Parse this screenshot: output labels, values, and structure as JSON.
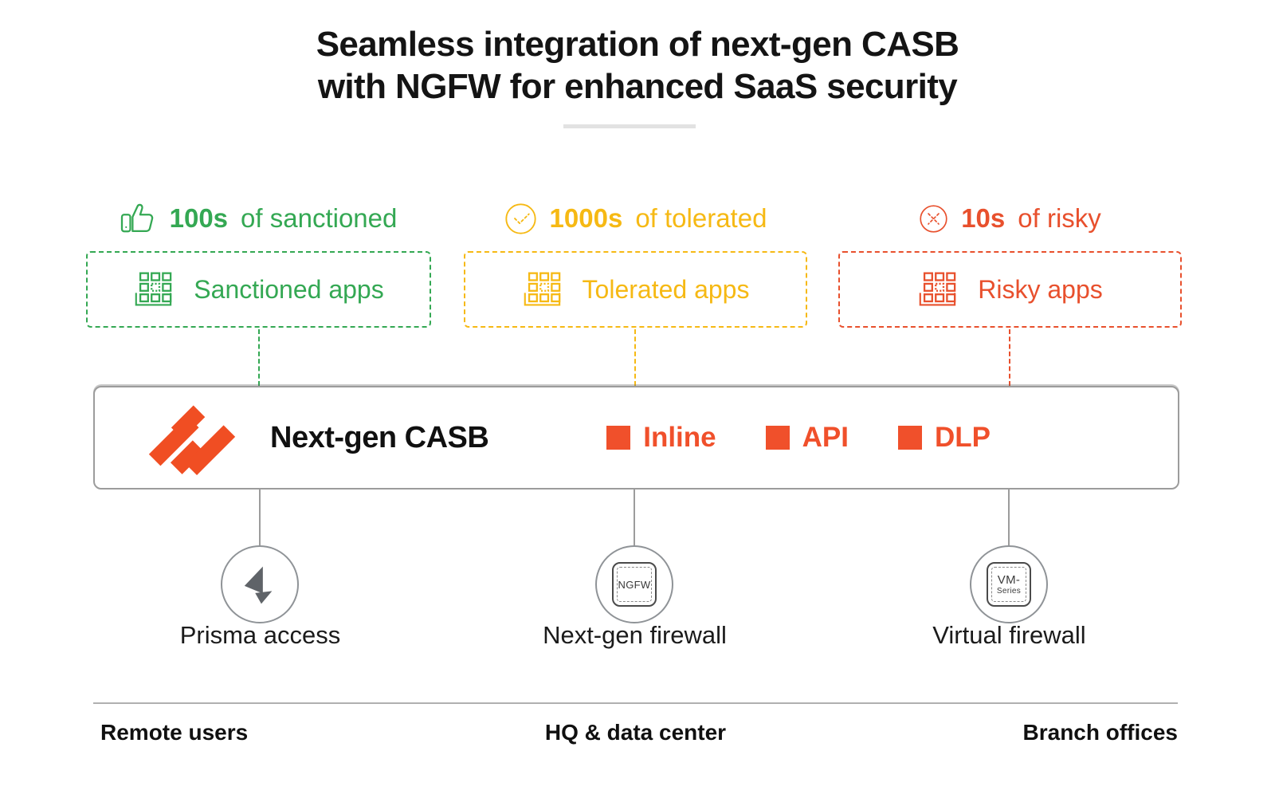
{
  "title": {
    "line1": "Seamless integration of next-gen CASB",
    "line2": "with NGFW for enhanced SaaS security"
  },
  "categories": [
    {
      "icon": "thumbs-up-icon",
      "count": "100s",
      "label": " of sanctioned",
      "box_label": "Sanctioned apps",
      "color": "#34A853"
    },
    {
      "icon": "check-circle-icon",
      "count": "1000s",
      "label": " of tolerated",
      "box_label": "Tolerated apps",
      "color": "#F6B914"
    },
    {
      "icon": "x-circle-icon",
      "count": "10s",
      "label": " of risky",
      "box_label": "Risky apps",
      "color": "#E8502D"
    }
  ],
  "casb": {
    "name": "Next-gen CASB",
    "accent": "#F0502B",
    "features": [
      {
        "label": "Inline"
      },
      {
        "label": "API"
      },
      {
        "label": "DLP"
      }
    ]
  },
  "devices": [
    {
      "label": "Prisma access",
      "icon": "prisma-logo-icon"
    },
    {
      "label": "Next-gen firewall",
      "chip": "NGFW"
    },
    {
      "label": "Virtual firewall",
      "chip_line1": "VM-",
      "chip_line2": "Series"
    }
  ],
  "locations": [
    {
      "label": "Remote users"
    },
    {
      "label": "HQ & data center"
    },
    {
      "label": "Branch offices"
    }
  ]
}
